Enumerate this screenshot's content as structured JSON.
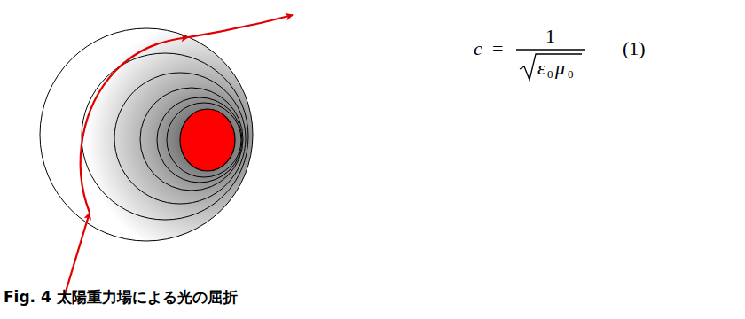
{
  "diagram": {
    "caption": "Fig. 4 太陽重力場による光の屈折",
    "labels": [
      "c",
      "=",
      "1",
      "ε",
      "0",
      "μ",
      "0",
      "(1)"
    ]
  }
}
